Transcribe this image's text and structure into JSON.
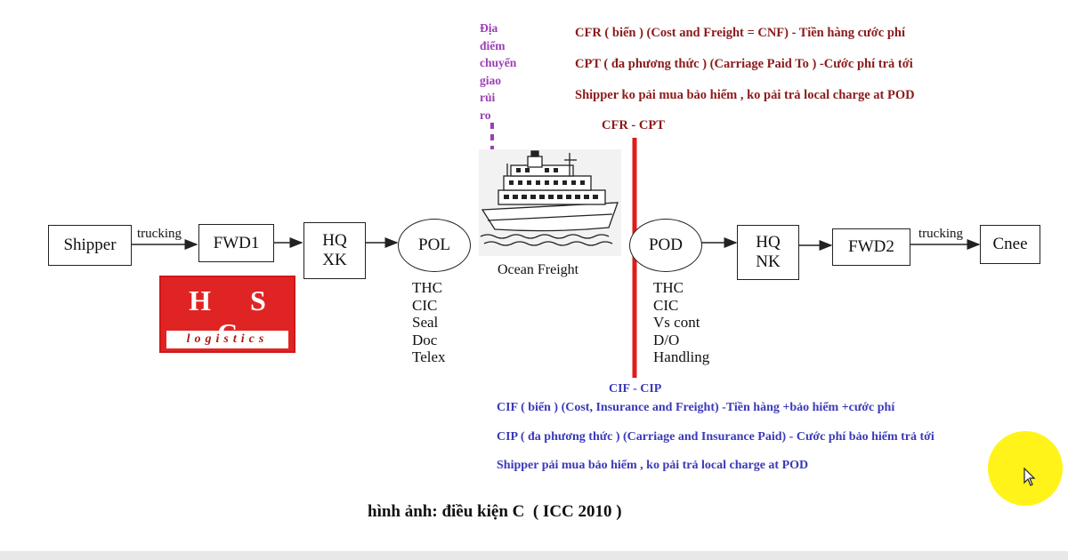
{
  "flow": {
    "shipper": "Shipper",
    "trucking_left": "trucking",
    "fwd1": "FWD1",
    "hq_xk": "HQ\nXK",
    "pol": "POL",
    "ocean_freight": "Ocean Freight",
    "pod": "POD",
    "hq_nk": "HQ\nNK",
    "fwd2": "FWD2",
    "trucking_right": "trucking",
    "cnee": "Cnee"
  },
  "pol_fees": [
    "THC",
    "CIC",
    "Seal",
    "Doc",
    "Telex"
  ],
  "pod_fees": [
    "THC",
    "CIC",
    "Vs cont",
    "D/O",
    "Handling"
  ],
  "risk_transfer": [
    "Địa",
    "điểm",
    "chuyển",
    "giao",
    "rủi",
    "ro"
  ],
  "cfr_cpt": {
    "label": "CFR - CPT",
    "notes": [
      "CFR ( biển ) (Cost and Freight = CNF) - Tiền hàng cước phí",
      "CPT ( đa phương thức ) (Carriage Paid To ) -Cước phí trả tới",
      "Shipper ko pải mua bảo hiểm , ko pải trả local charge at POD"
    ]
  },
  "cif_cip": {
    "label": "CIF - CIP",
    "notes": [
      "CIF ( biển ) (Cost, Insurance and Freight) -Tiền hàng +bảo hiểm +cước phí",
      "CIP ( đa phương thức ) (Carriage and Insurance Paid) - Cước phí bảo hiểm trả tới",
      "Shipper pải mua bảo hiểm , ko pải trả local charge at POD"
    ]
  },
  "logo": {
    "letters": "H S C",
    "sub": "logistics",
    "color": "#e02424"
  },
  "caption": "hình ảnh: điều kiện C  ( ICC 2010 )",
  "colors": {
    "cfr_text": "#8b1a1a",
    "cif_text": "#3a3ab8",
    "risk_text": "#9b3fb5",
    "divider_line": "#e01b1b",
    "cursor_halo": "#fff200"
  }
}
